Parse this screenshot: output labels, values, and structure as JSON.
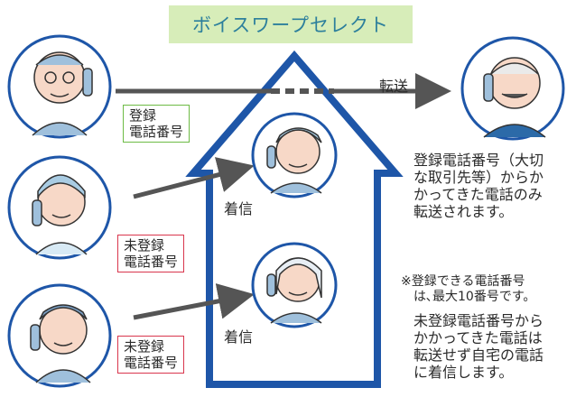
{
  "title": "ボイスワープセレクト",
  "transfer_label": "転送",
  "caller_top": {
    "tag": "登録\n電話番号"
  },
  "caller_mid": {
    "tag": "未登録\n電話番号"
  },
  "caller_bottom": {
    "tag": "未登録\n電話番号"
  },
  "receiver_top": {
    "label": "着信"
  },
  "receiver_bottom": {
    "label": "着信"
  },
  "note_registered": "登録電話番号（大切\nな取引先等）からか\nかってきた電話のみ\n転送されます。",
  "note_limit": "※登録できる電話番号\n　は､最大10番号です。",
  "note_unregistered": "未登録電話番号から\nかかってきた電話は\n転送せず自宅の電話\nに着信します。",
  "colors": {
    "house": "#1e56a8",
    "title_bg": "#d7edb9",
    "title_text": "#2c7f9c",
    "registered_tag_border": "#6dbb45",
    "unregistered_tag_border": "#d9364d",
    "arrow": "#555555"
  }
}
